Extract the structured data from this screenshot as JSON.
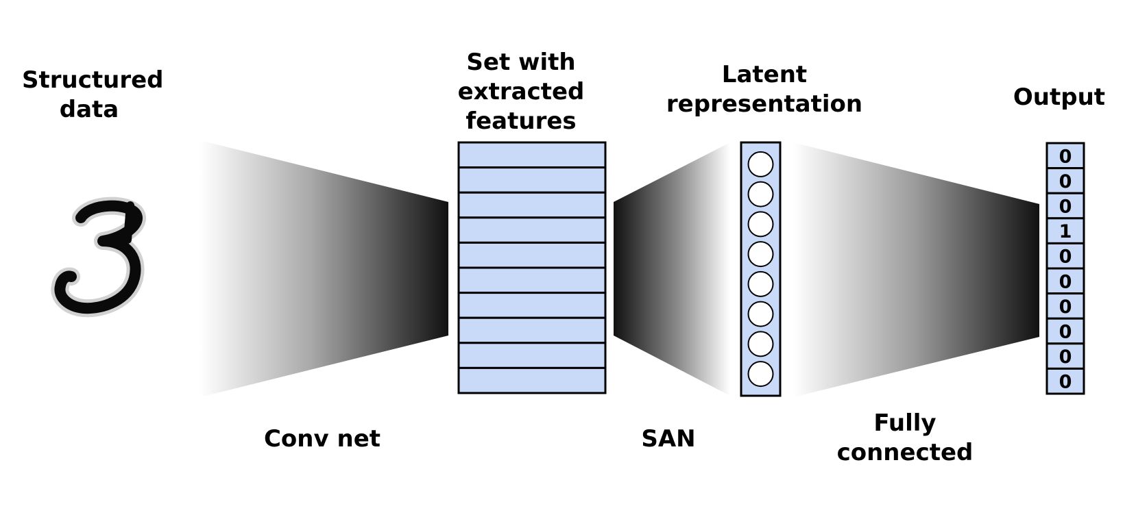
{
  "labels": {
    "input": [
      "Structured",
      "data"
    ],
    "set": [
      "Set with",
      "extracted",
      "features"
    ],
    "latent": [
      "Latent",
      "representation"
    ],
    "output": "Output",
    "conv": "Conv net",
    "san": "SAN",
    "fc": [
      "Fully",
      "connected"
    ]
  },
  "input_digit": "3",
  "output_vector": [
    "0",
    "0",
    "0",
    "1",
    "0",
    "0",
    "0",
    "0",
    "0",
    "0"
  ],
  "set_rows": 10,
  "latent_nodes": 8,
  "colors": {
    "set_fill": "#c9daf8",
    "latent_fill": "#c9daf8",
    "output_fill": "#c9daf8",
    "stroke": "#000000",
    "funnel_dark": "#111111",
    "funnel_light": "#ffffff"
  }
}
